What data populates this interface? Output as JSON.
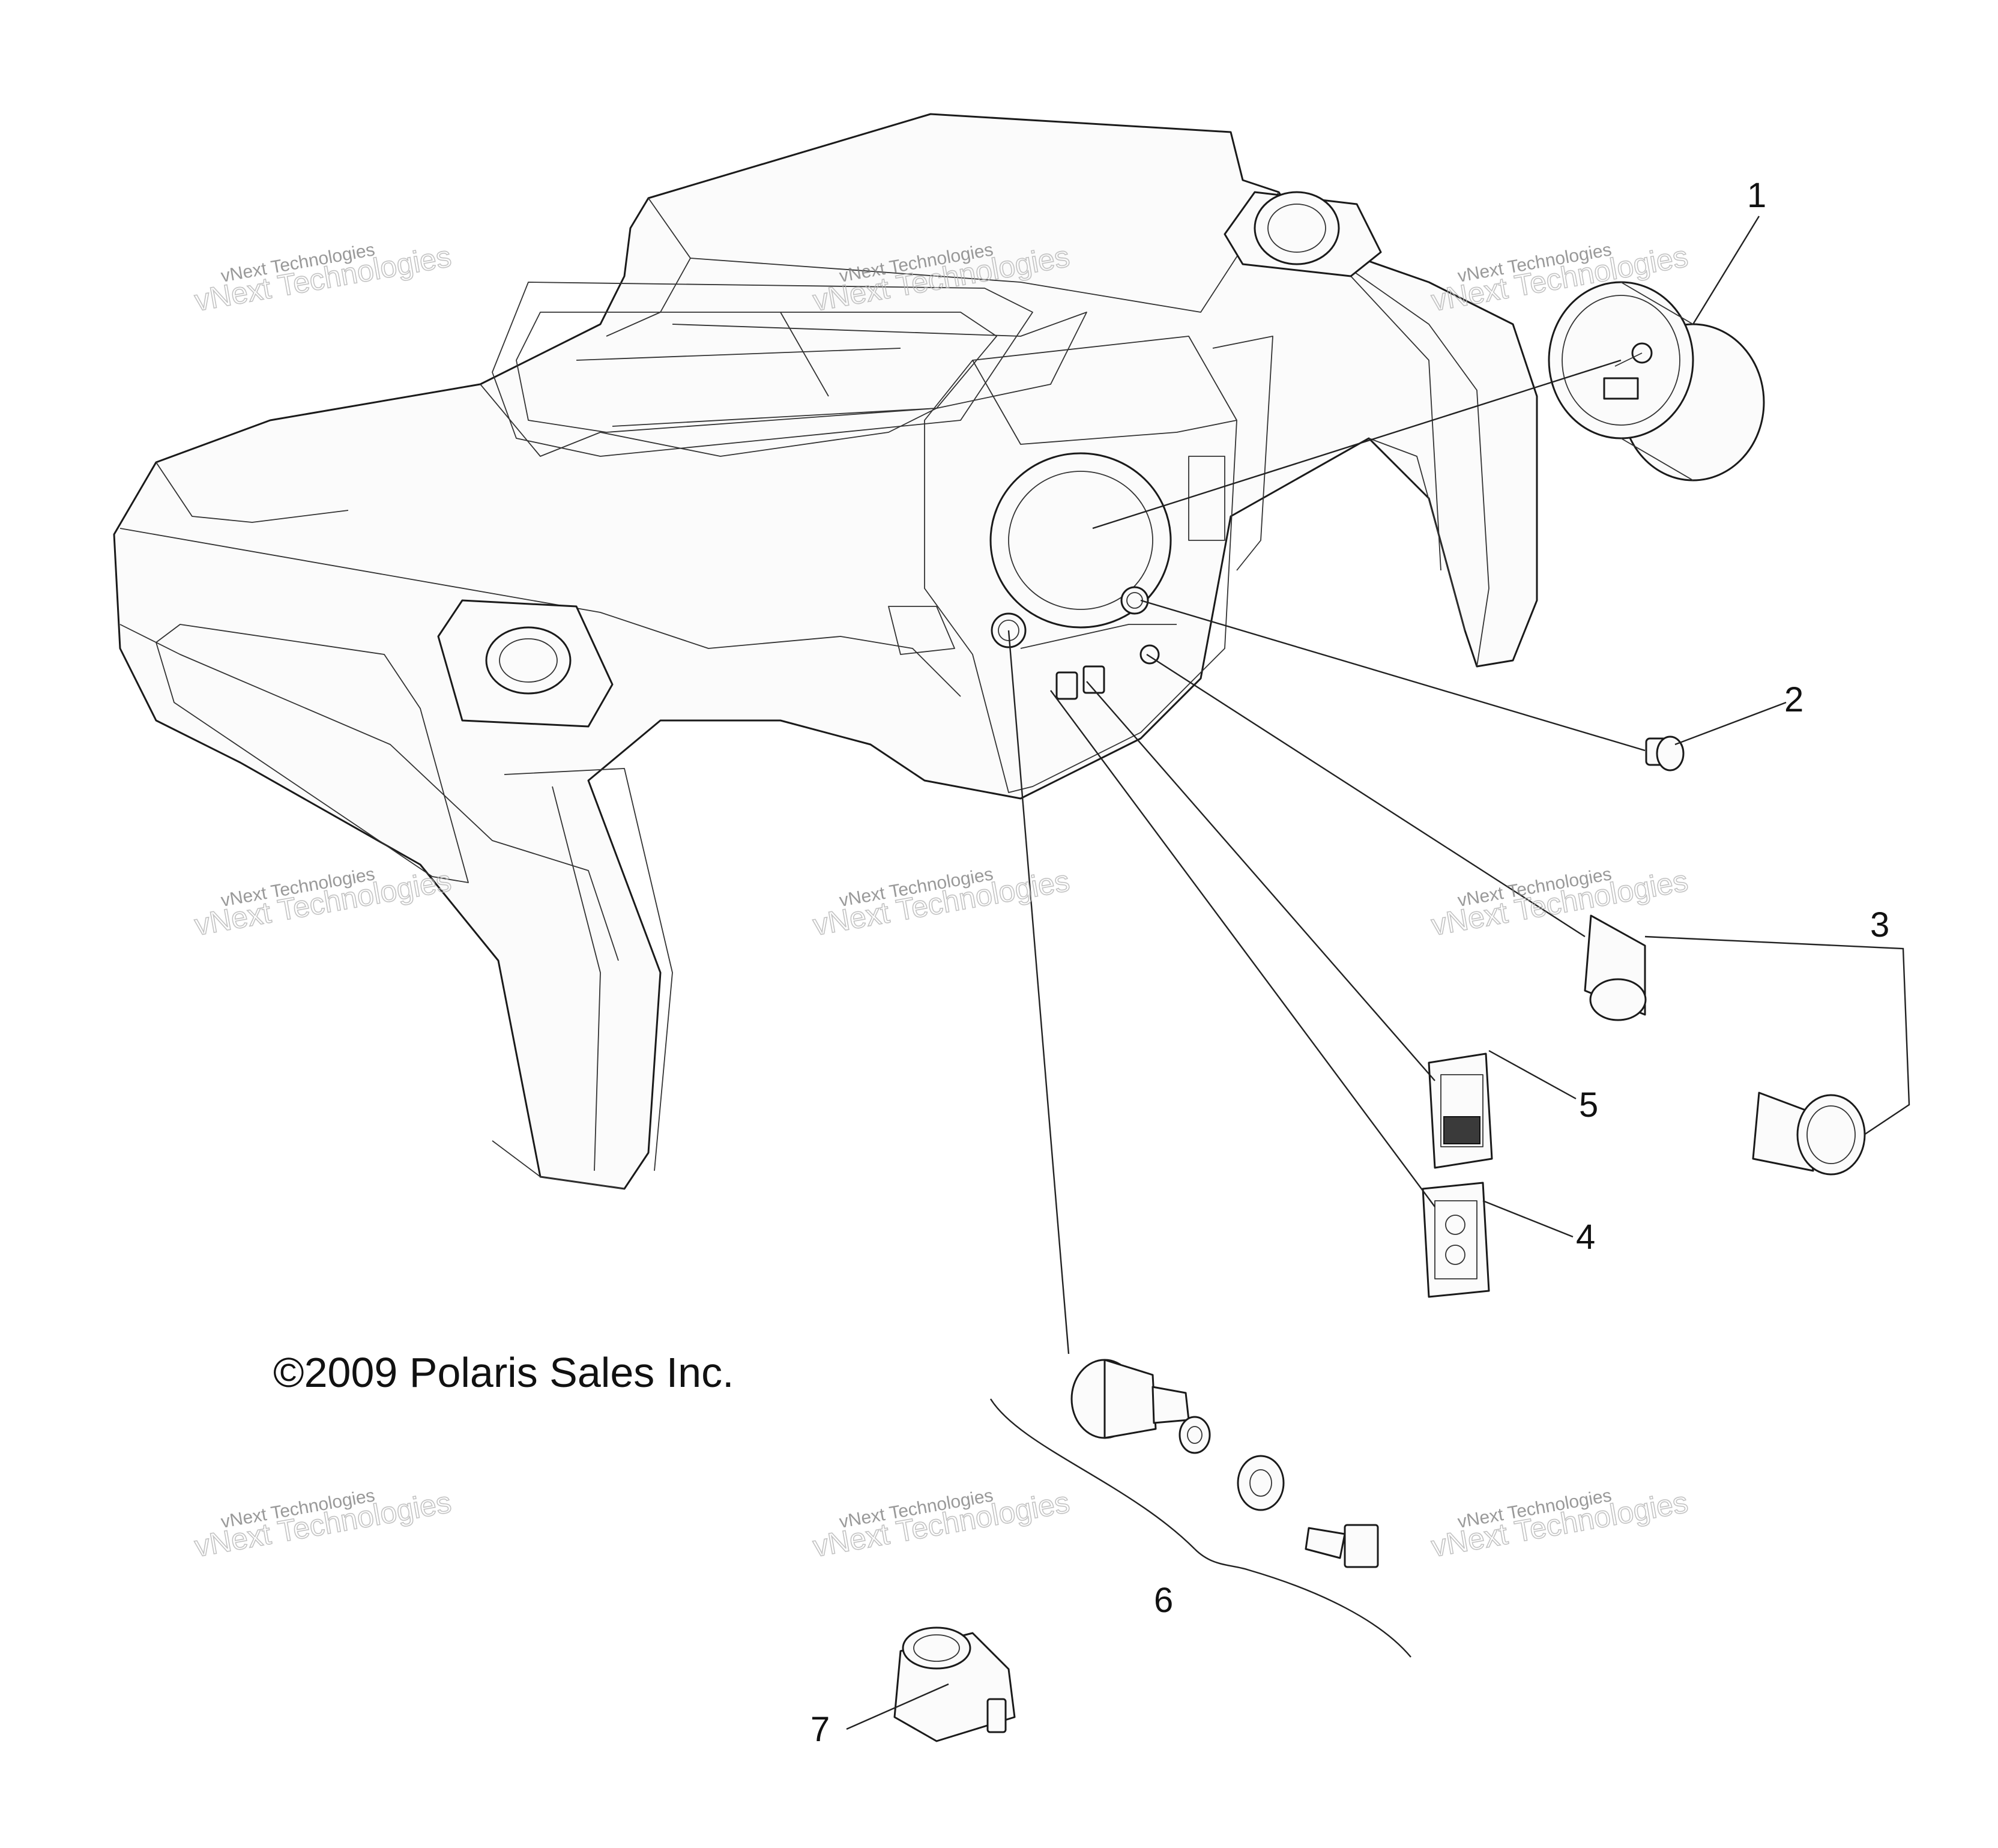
{
  "diagram": {
    "copyright": "©2009 Polaris Sales Inc.",
    "callouts": [
      {
        "id": 1,
        "label": "1"
      },
      {
        "id": 2,
        "label": "2"
      },
      {
        "id": 3,
        "label": "3"
      },
      {
        "id": 4,
        "label": "4"
      },
      {
        "id": 5,
        "label": "5"
      },
      {
        "id": 6,
        "label": "6"
      },
      {
        "id": 7,
        "label": "7"
      }
    ],
    "watermark": {
      "line1": "vNext Technologies",
      "line2": "vNext Technologies"
    }
  }
}
